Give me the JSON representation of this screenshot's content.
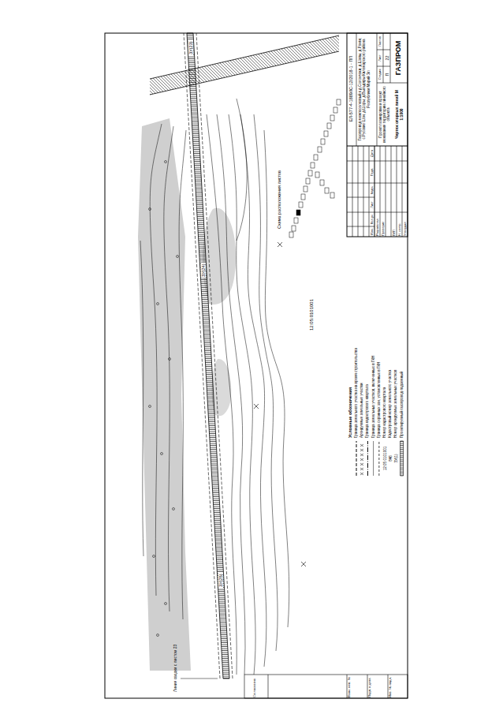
{
  "diagram": {
    "labels": [
      "ЕЛ-577-4-1889/ІС-12/2018-1 - ПП",
      "Газопровод межпоселковый к д.Солончаки, д.Шапы, д.Ронги, с.Русские Шои, д.Шоры, д.Выльдяры Килемарского района Республики Марий Эл",
      "Проект планировки и проект межевания территории линейного объекта",
      "Чертеж опорных линий М 1:1000",
      "Стадия",
      "Лист",
      "Листов",
      "П",
      "22",
      "ГАЗПРОМ",
      "Изм.",
      "Кол.уч",
      "Лист",
      "№док",
      "Подп.",
      "Дата",
      "Разработал",
      "Проверил",
      "ГИП",
      "Н. контр.",
      "Утвердил",
      "Схема расположения листов",
      "12:05:0101001",
      "ЗУ(24)",
      "ЗУ(25)",
      "ЗУ(23)",
      "Линия сводки с листом 23",
      "Взам. инв. №",
      "Подп. и дата",
      "Инв. № подл.",
      "Согласовано",
      "Условные обозначения",
      "12:05:0101001",
      "846",
      "ЗУ(1)"
    ],
    "legend": [
      {
        "text": "Граница земельного участка на время строительства"
      },
      {
        "text": "Арендуемые земельные участки"
      },
      {
        "text": "Граница кадастрового квартала"
      },
      {
        "text": "Граница земельных участков, включенных в ГКН"
      },
      {
        "text": "Граница охранных зон, установленных в ГКН"
      },
      {
        "text": "Номер кадастрового квартала"
      },
      {
        "text": "Кадастровый номер земельного участка"
      },
      {
        "text": "Номер арендуемых земельных участков"
      },
      {
        "text": "Проектируемый газопровод подземный"
      }
    ]
  }
}
